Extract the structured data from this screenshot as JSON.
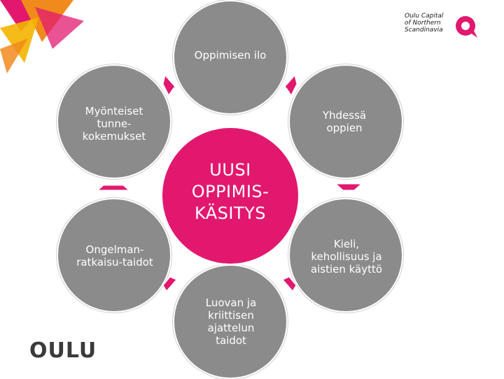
{
  "center": {
    "text": "UUSI\nOPPIMIS-\nKÄSITYS",
    "color": "#e2186f"
  },
  "nodes": [
    {
      "text": "Oppimisen ilo"
    },
    {
      "text": "Yhdessä\noppien"
    },
    {
      "text": "Kieli,\nkehollisuus ja\naistien käyttö"
    },
    {
      "text": "Luovan ja\nkriittisen\najattelun\ntaidot"
    },
    {
      "text": "Ongelman-\nratkaisu-taidot"
    },
    {
      "text": "Myönteiset\ntunne-\nkokemukset"
    }
  ],
  "node_color": "#8b8b8b",
  "arrow_color": "#e2186f",
  "logo": {
    "text": "OULU"
  },
  "tagline": {
    "text": "Oulu Capital\nof Northern\nScandinavia"
  },
  "icons": [
    "speech-bubble-logo-icon",
    "abstract-shapes-decoration-icon"
  ]
}
